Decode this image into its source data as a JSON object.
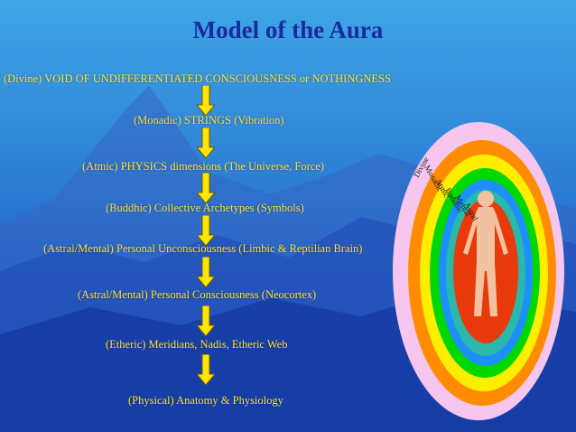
{
  "title": "Model of the Aura",
  "levels": [
    "(Divine) VOID OF UNDIFFERENTIATED CONSCIOUSNESS or NOTHINGNESS",
    "(Monadic) STRINGS (Vibration)",
    "(Atmic) PHYSICS dimensions (The Universe, Force)",
    "(Buddhic) Collective Archetypes (Symbols)",
    "(Astral/Mental) Personal Unconsciousness (Limbic & Reptilian Brain)",
    "(Astral/Mental) Personal Consciousness (Neocortex)",
    "(Etheric) Meridians, Nadis, Etheric Web",
    "(Physical) Anatomy & Physiology"
  ],
  "aura_labels": [
    "Divine",
    "Monadic",
    "Atmic",
    "Buddhic",
    "Mental",
    "Astral"
  ],
  "colors": {
    "title": "#1a2aa0",
    "level_text": "#ffe23a",
    "arrow": "#ffe600",
    "aura_rings": [
      "#f7c6ef",
      "#ff8c00",
      "#ffee00",
      "#00d800",
      "#1e8fff",
      "#2ab8aa",
      "#e83a0a"
    ],
    "figure": "#f2c2a0"
  }
}
